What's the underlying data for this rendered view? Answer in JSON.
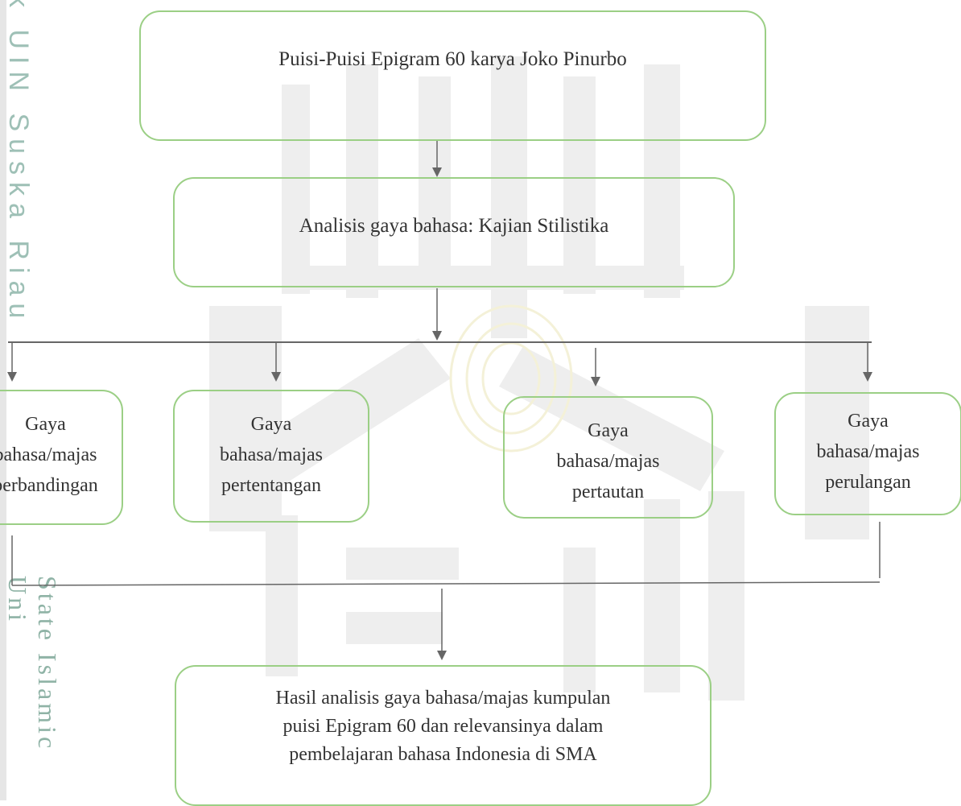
{
  "watermark": {
    "side_text_top": "k UIN Suska Riau",
    "side_text_bottom": "State Islamic Uni"
  },
  "diagram": {
    "top_box": "Puisi-Puisi Epigram 60 karya Joko Pinurbo",
    "analysis_box": "Analisis gaya bahasa: Kajian Stilistika",
    "branches": [
      {
        "lines": [
          "Gaya",
          "bahasa/majas",
          "perbandingan"
        ]
      },
      {
        "lines": [
          "Gaya",
          "bahasa/majas",
          "pertentangan"
        ]
      },
      {
        "lines": [
          "Gaya",
          "bahasa/majas",
          "pertautan"
        ]
      },
      {
        "lines": [
          "Gaya",
          "bahasa/majas",
          "perulangan"
        ]
      }
    ],
    "result_box": [
      "Hasil analisis gaya bahasa/majas kumpulan",
      "puisi Epigram 60 dan relevansinya dalam",
      "pembelajaran bahasa Indonesia di SMA"
    ]
  },
  "colors": {
    "box_border": "#9bcf85",
    "connector": "#666666",
    "text": "#333333",
    "watermark": "#8fb3a6"
  }
}
